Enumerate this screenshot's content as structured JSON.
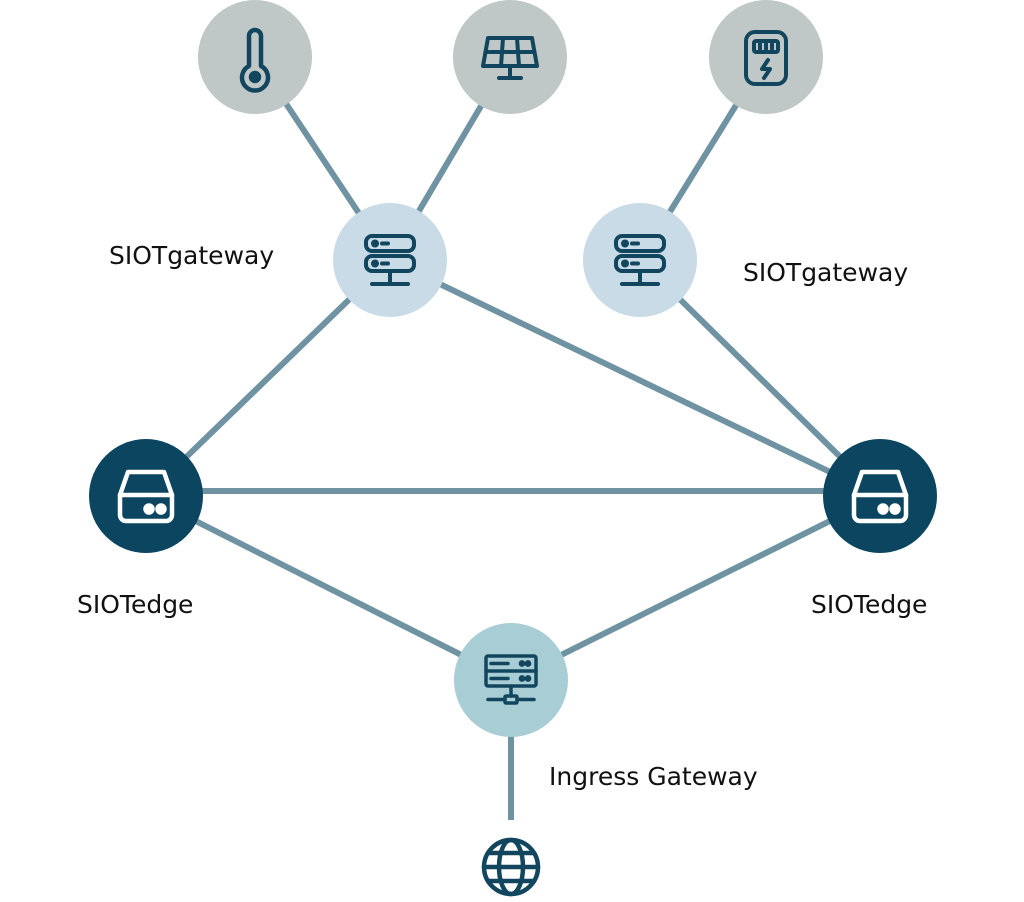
{
  "labels": {
    "gateway_left": "SIOTgateway",
    "gateway_right": "SIOTgateway",
    "edge_left": "SIOTedge",
    "edge_right": "SIOTedge",
    "ingress": "Ingress Gateway"
  },
  "icons": {
    "sensor_1": "thermometer-icon",
    "sensor_2": "solar-panel-icon",
    "sensor_3": "power-meter-icon",
    "gateway": "server-stack-icon",
    "edge": "edge-device-icon",
    "ingress": "network-server-icon",
    "internet": "globe-icon"
  },
  "colors": {
    "link": "#6f93a3",
    "sensor_node": "#c0c7c7",
    "gateway_node": "#c8dbe6",
    "edge_node": "#0b4560",
    "ingress_node": "#a8cdd4",
    "icon_dark": "#12465f",
    "icon_light": "#ffffff"
  }
}
